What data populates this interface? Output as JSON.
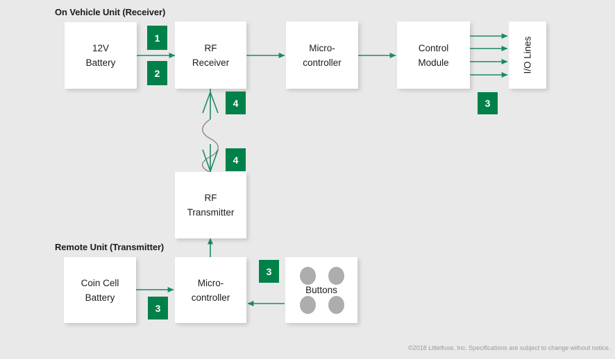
{
  "page": {
    "background_color": "#e9e9e9",
    "accent_green": "#00814a",
    "arrow_green": "#1a8a63",
    "button_gray": "#adadad",
    "text_color": "#1b1b1b"
  },
  "sections": [
    {
      "id": "receiver",
      "title": "On Vehicle Unit (Receiver)"
    },
    {
      "id": "transmitter",
      "title": "Remote Unit (Transmitter)"
    }
  ],
  "boxes": [
    {
      "id": "battery-12v",
      "lines": [
        "12V",
        "Battery"
      ],
      "orientation": "horizontal"
    },
    {
      "id": "rf-receiver",
      "lines": [
        "RF",
        "Receiver"
      ],
      "orientation": "horizontal"
    },
    {
      "id": "microcontroller-rx",
      "lines": [
        "Micro-",
        "controller"
      ],
      "orientation": "horizontal"
    },
    {
      "id": "control-module",
      "lines": [
        "Control",
        "Module"
      ],
      "orientation": "horizontal"
    },
    {
      "id": "io-lines",
      "lines": [
        "I/O Lines"
      ],
      "orientation": "vertical"
    },
    {
      "id": "rf-transmitter",
      "lines": [
        "RF",
        "Transmitter"
      ],
      "orientation": "horizontal"
    },
    {
      "id": "coin-cell-battery",
      "lines": [
        "Coin Cell",
        "Battery"
      ],
      "orientation": "horizontal"
    },
    {
      "id": "microcontroller-tx",
      "lines": [
        "Micro-",
        "controller"
      ],
      "orientation": "horizontal"
    },
    {
      "id": "buttons",
      "lines": [
        "Buttons"
      ],
      "orientation": "horizontal"
    }
  ],
  "badges": [
    {
      "id": "badge-1-battery-to-rf",
      "label": "1"
    },
    {
      "id": "badge-2-battery-to-rf",
      "label": "2"
    },
    {
      "id": "badge-4-rx-antenna",
      "label": "4"
    },
    {
      "id": "badge-4-tx-antenna",
      "label": "4"
    },
    {
      "id": "badge-3-io-lines",
      "label": "3"
    },
    {
      "id": "badge-3-coin-cell",
      "label": "3"
    },
    {
      "id": "badge-3-buttons",
      "label": "3"
    }
  ],
  "footer": {
    "copyright": "©2018 Littelfuse, Inc. Specifications are subject to change without notice."
  }
}
